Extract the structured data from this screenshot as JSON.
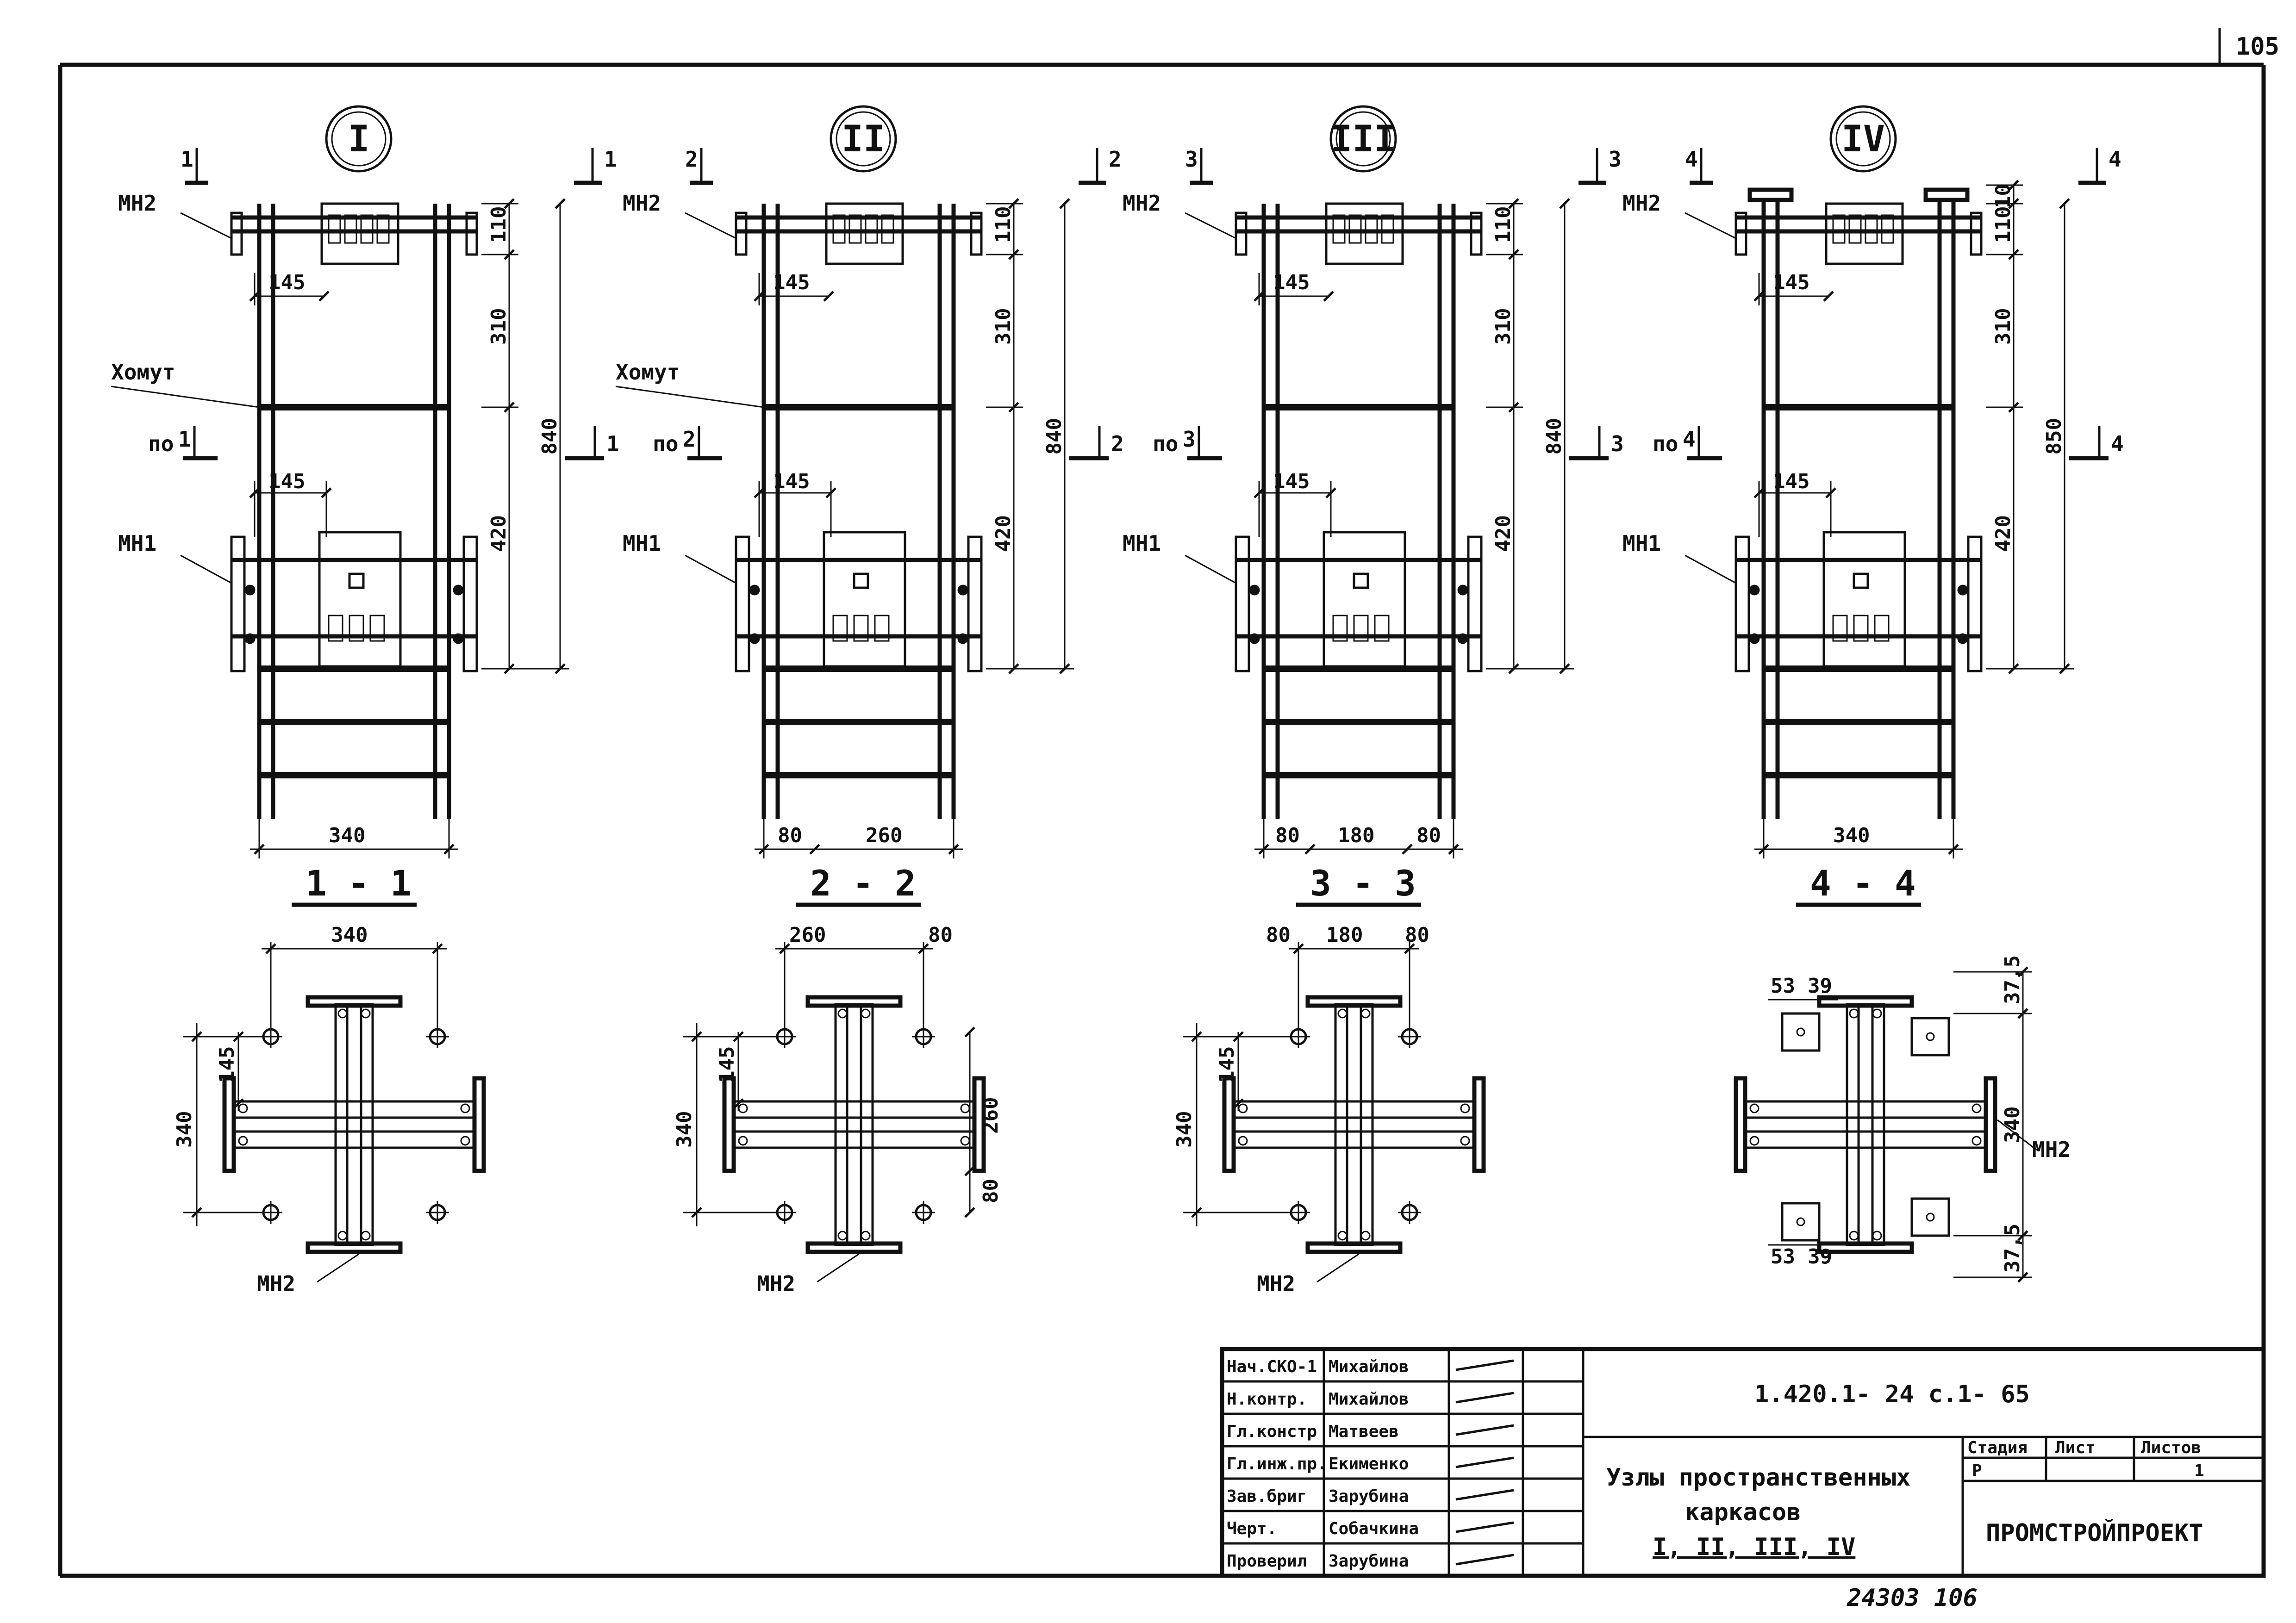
{
  "page_number": "105",
  "sheet_ref": "24303 106",
  "nodes": [
    {
      "roman": "I",
      "cut_top_left": "1",
      "cut_top_right": "1",
      "cut_mid_left_prefix": "по",
      "cut_mid_left": "1",
      "cut_mid_right": "1",
      "label_mn2": "МН2",
      "label_mn1": "МН1",
      "label_clamp": "Хомут",
      "dim_top_offset": "145",
      "dim_mid_offset": "145",
      "dim_v1": "110",
      "dim_v2": "310",
      "dim_v3": "420",
      "dim_total": "840",
      "dim_v0": "",
      "bottom_dims": [
        "340"
      ],
      "section_title": "1 - 1"
    },
    {
      "roman": "II",
      "cut_top_left": "2",
      "cut_top_right": "2",
      "cut_mid_left_prefix": "по",
      "cut_mid_left": "2",
      "cut_mid_right": "2",
      "label_mn2": "МН2",
      "label_mn1": "МН1",
      "label_clamp": "Хомут",
      "dim_top_offset": "145",
      "dim_mid_offset": "145",
      "dim_v1": "110",
      "dim_v2": "310",
      "dim_v3": "420",
      "dim_total": "840",
      "dim_v0": "",
      "bottom_dims": [
        "80",
        "260"
      ],
      "section_title": "2 - 2"
    },
    {
      "roman": "III",
      "cut_top_left": "3",
      "cut_top_right": "3",
      "cut_mid_left_prefix": "по",
      "cut_mid_left": "3",
      "cut_mid_right": "3",
      "label_mn2": "МН2",
      "label_mn1": "МН1",
      "label_clamp": "",
      "dim_top_offset": "145",
      "dim_mid_offset": "145",
      "dim_v1": "110",
      "dim_v2": "310",
      "dim_v3": "420",
      "dim_total": "840",
      "dim_v0": "",
      "bottom_dims": [
        "80",
        "180",
        "80"
      ],
      "section_title": "3 - 3"
    },
    {
      "roman": "IV",
      "cut_top_left": "4",
      "cut_top_right": "4",
      "cut_mid_left_prefix": "по",
      "cut_mid_left": "4",
      "cut_mid_right": "4",
      "label_mn2": "МН2",
      "label_mn1": "МН1",
      "label_clamp": "",
      "dim_top_offset": "145",
      "dim_mid_offset": "145",
      "dim_v1": "110",
      "dim_v2": "310",
      "dim_v3": "420",
      "dim_total": "850",
      "dim_v0": "10",
      "bottom_dims": [
        "340"
      ],
      "section_title": "4 - 4"
    }
  ],
  "sections": [
    {
      "top_dims": [
        "340"
      ],
      "left_dim": "340",
      "left_offset": "145",
      "right_dims": [],
      "label": "МН2"
    },
    {
      "top_dims": [
        "260",
        "80"
      ],
      "left_dim": "340",
      "left_offset": "145",
      "right_dims": [
        "260",
        "80"
      ],
      "label": "МН2"
    },
    {
      "top_dims": [
        "80",
        "180",
        "80"
      ],
      "left_dim": "340",
      "left_offset": "145",
      "right_dims": [],
      "label": "МН2"
    },
    {
      "top_dims": [
        "53",
        "39"
      ],
      "bottom_dims": [
        "53",
        "39"
      ],
      "right_dims": [
        "37,5",
        "340",
        "37,5"
      ],
      "label": "МН2"
    }
  ],
  "title_block": {
    "roles": [
      "Нач.СКО-1",
      "Н.контр.",
      "Гл.констр",
      "Гл.инж.пр.",
      "Зав.бриг",
      "Черт.",
      "Проверил"
    ],
    "names": [
      "Михайлов",
      "Михайлов",
      "Матвеев",
      "Екименко",
      "Зарубина",
      "Собачкина",
      "Зарубина"
    ],
    "code": "1.420.1- 24 с.1- 65",
    "title_line1": "Узлы пространственных",
    "title_line2": "каркасов",
    "title_line3": "I, II, III, IV",
    "stage_header": "Стадия",
    "sheet_header": "Лист",
    "sheets_header": "Листов",
    "stage": "Р",
    "sheet": "",
    "sheets": "1",
    "organization": "ПРОМСТРОЙПРОЕКТ"
  }
}
